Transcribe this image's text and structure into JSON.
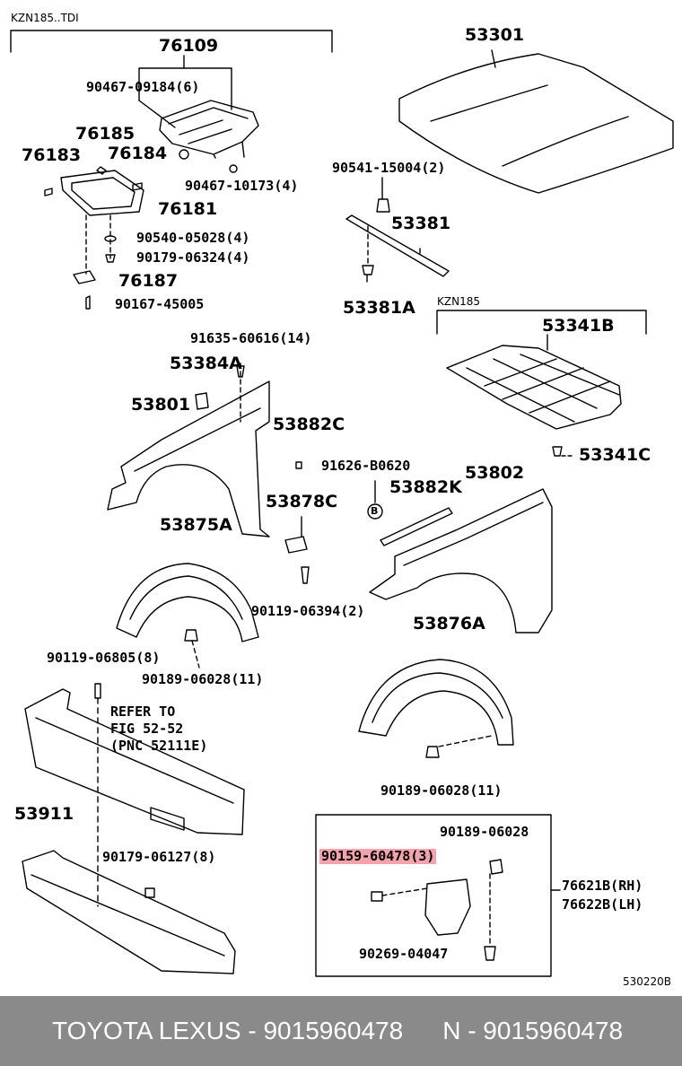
{
  "diagram": {
    "variant_top": "KZN185..TDI",
    "variant_mid": "KZN185",
    "figure_code": "530220B",
    "refer": [
      "REFER TO",
      "FIG 52-52",
      "(PNC 52111E)"
    ],
    "parts": {
      "p76109": "76109",
      "p90467_09184": "90467-09184(6)",
      "p76185": "76185",
      "p76183": "76183",
      "p76184": "76184",
      "p90467_10173": "90467-10173(4)",
      "p76181": "76181",
      "p90540_05028": "90540-05028(4)",
      "p90179_06324": "90179-06324(4)",
      "p76187": "76187",
      "p90167_45005": "90167-45005",
      "p53301": "53301",
      "p90541_15004": "90541-15004(2)",
      "p53381": "53381",
      "p53381A": "53381A",
      "p53341B": "53341B",
      "p53341C": "53341C",
      "p91635_60616": "91635-60616(14)",
      "p53384A": "53384A",
      "p53801": "53801",
      "p53882C": "53882C",
      "p91626_B0620": "91626-B0620",
      "p53882K": "53882K",
      "p53802": "53802",
      "pB": "B",
      "p53878C": "53878C",
      "p53875A": "53875A",
      "p90119_06394": "90119-06394(2)",
      "p53876A": "53876A",
      "p90119_06805": "90119-06805(8)",
      "p90189_06028_11a": "90189-06028(11)",
      "p90189_06028_11b": "90189-06028(11)",
      "p53911": "53911",
      "p90179_06127": "90179-06127(8)",
      "p90189_06028": "90189-06028",
      "p90159_60478": "90159-60478(3)",
      "p76621B": "76621B(RH)",
      "p76622B": "76622B(LH)",
      "p90269_04047": "90269-04047"
    }
  },
  "footer": {
    "left": "TOYOTA LEXUS - 9015960478",
    "right": "N - 9015960478"
  },
  "colors": {
    "footer_bg": "#8a8a8a",
    "highlight": "#f3a3ab"
  }
}
